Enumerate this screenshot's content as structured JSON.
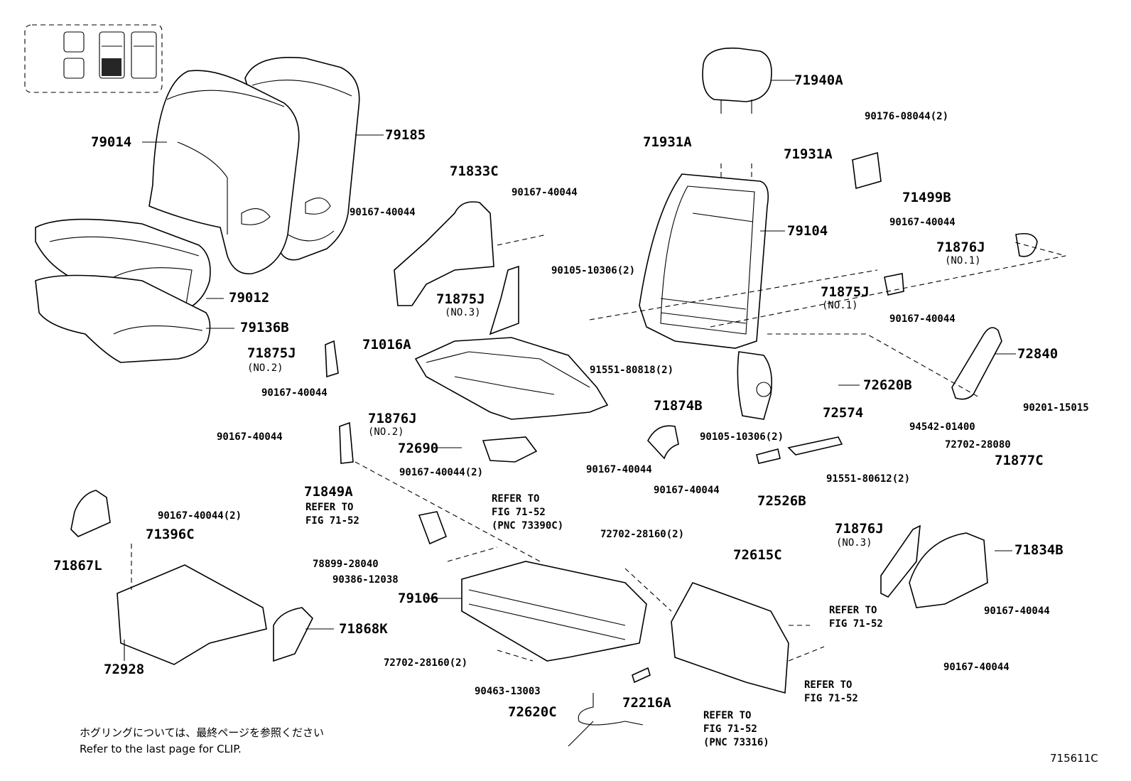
{
  "labels": {
    "p79014": "79014",
    "p79185": "79185",
    "p79012": "79012",
    "p79136B": "79136B",
    "p71833C": "71833C",
    "p90167a": "90167-40044",
    "p90167b": "90167-40044",
    "p71875J3": "71875J",
    "p71875J3n": "(NO.3)",
    "p71875J2": "71875J",
    "p71875J2n": "(NO.2)",
    "p90167c": "90167-40044",
    "p71016A": "71016A",
    "p71876J2": "71876J",
    "p71876J2n": "(NO.2)",
    "p90167d": "90167-40044",
    "p72690": "72690",
    "p90167e": "90167-40044(2)",
    "p71849A": "71849A",
    "refer1a": "REFER TO",
    "refer1b": "FIG 71-52",
    "refer2a": "REFER TO",
    "refer2b": "FIG 71-52",
    "refer2c": "(PNC 73390C)",
    "p78899": "78899-28040",
    "p90386": "90386-12038",
    "p90167f": "90167-40044(2)",
    "p71396C": "71396C",
    "p71867L": "71867L",
    "p72928": "72928",
    "p71868K": "71868K",
    "p79106": "79106",
    "p72702a": "72702-28160(2)",
    "p72702b": "72702-28160(2)",
    "p90463": "90463-13003",
    "p72620C": "72620C",
    "p72216A": "72216A",
    "p72615C": "72615C",
    "refer3a": "REFER TO",
    "refer3b": "FIG 71-52",
    "refer3c": "(PNC 73316)",
    "refer4a": "REFER TO",
    "refer4b": "FIG 71-52",
    "refer5a": "REFER TO",
    "refer5b": "FIG 71-52",
    "p71940A": "71940A",
    "p71931Aa": "71931A",
    "p71931Ab": "71931A",
    "p79104": "79104",
    "p90176": "90176-08044(2)",
    "p71499B": "71499B",
    "p90167g": "90167-40044",
    "p71876J1": "71876J",
    "p71876J1n": "(NO.1)",
    "p90105a": "90105-10306(2)",
    "p71875J1": "71875J",
    "p71875J1n": "(NO.1)",
    "p90167h": "90167-40044",
    "p72840": "72840",
    "p91551a": "91551-80818(2)",
    "p72620B": "72620B",
    "p71874B": "71874B",
    "p90105b": "90105-10306(2)",
    "p72574": "72574",
    "p90201": "90201-15015",
    "p94542": "94542-01400",
    "p72702c": "72702-28080",
    "p71877C": "71877C",
    "p90167i": "90167-40044",
    "p90167j": "90167-40044",
    "p72526B": "72526B",
    "p91551b": "91551-80612(2)",
    "p71876J3": "71876J",
    "p71876J3n": "(NO.3)",
    "p71834B": "71834B",
    "p90167k": "90167-40044",
    "p90167l": "90167-40044"
  },
  "footer": {
    "note_jp": "ホグリングについては、最終ページを参照ください",
    "note_en": "Refer to the last page for CLIP.",
    "figure_code": "715611C"
  }
}
